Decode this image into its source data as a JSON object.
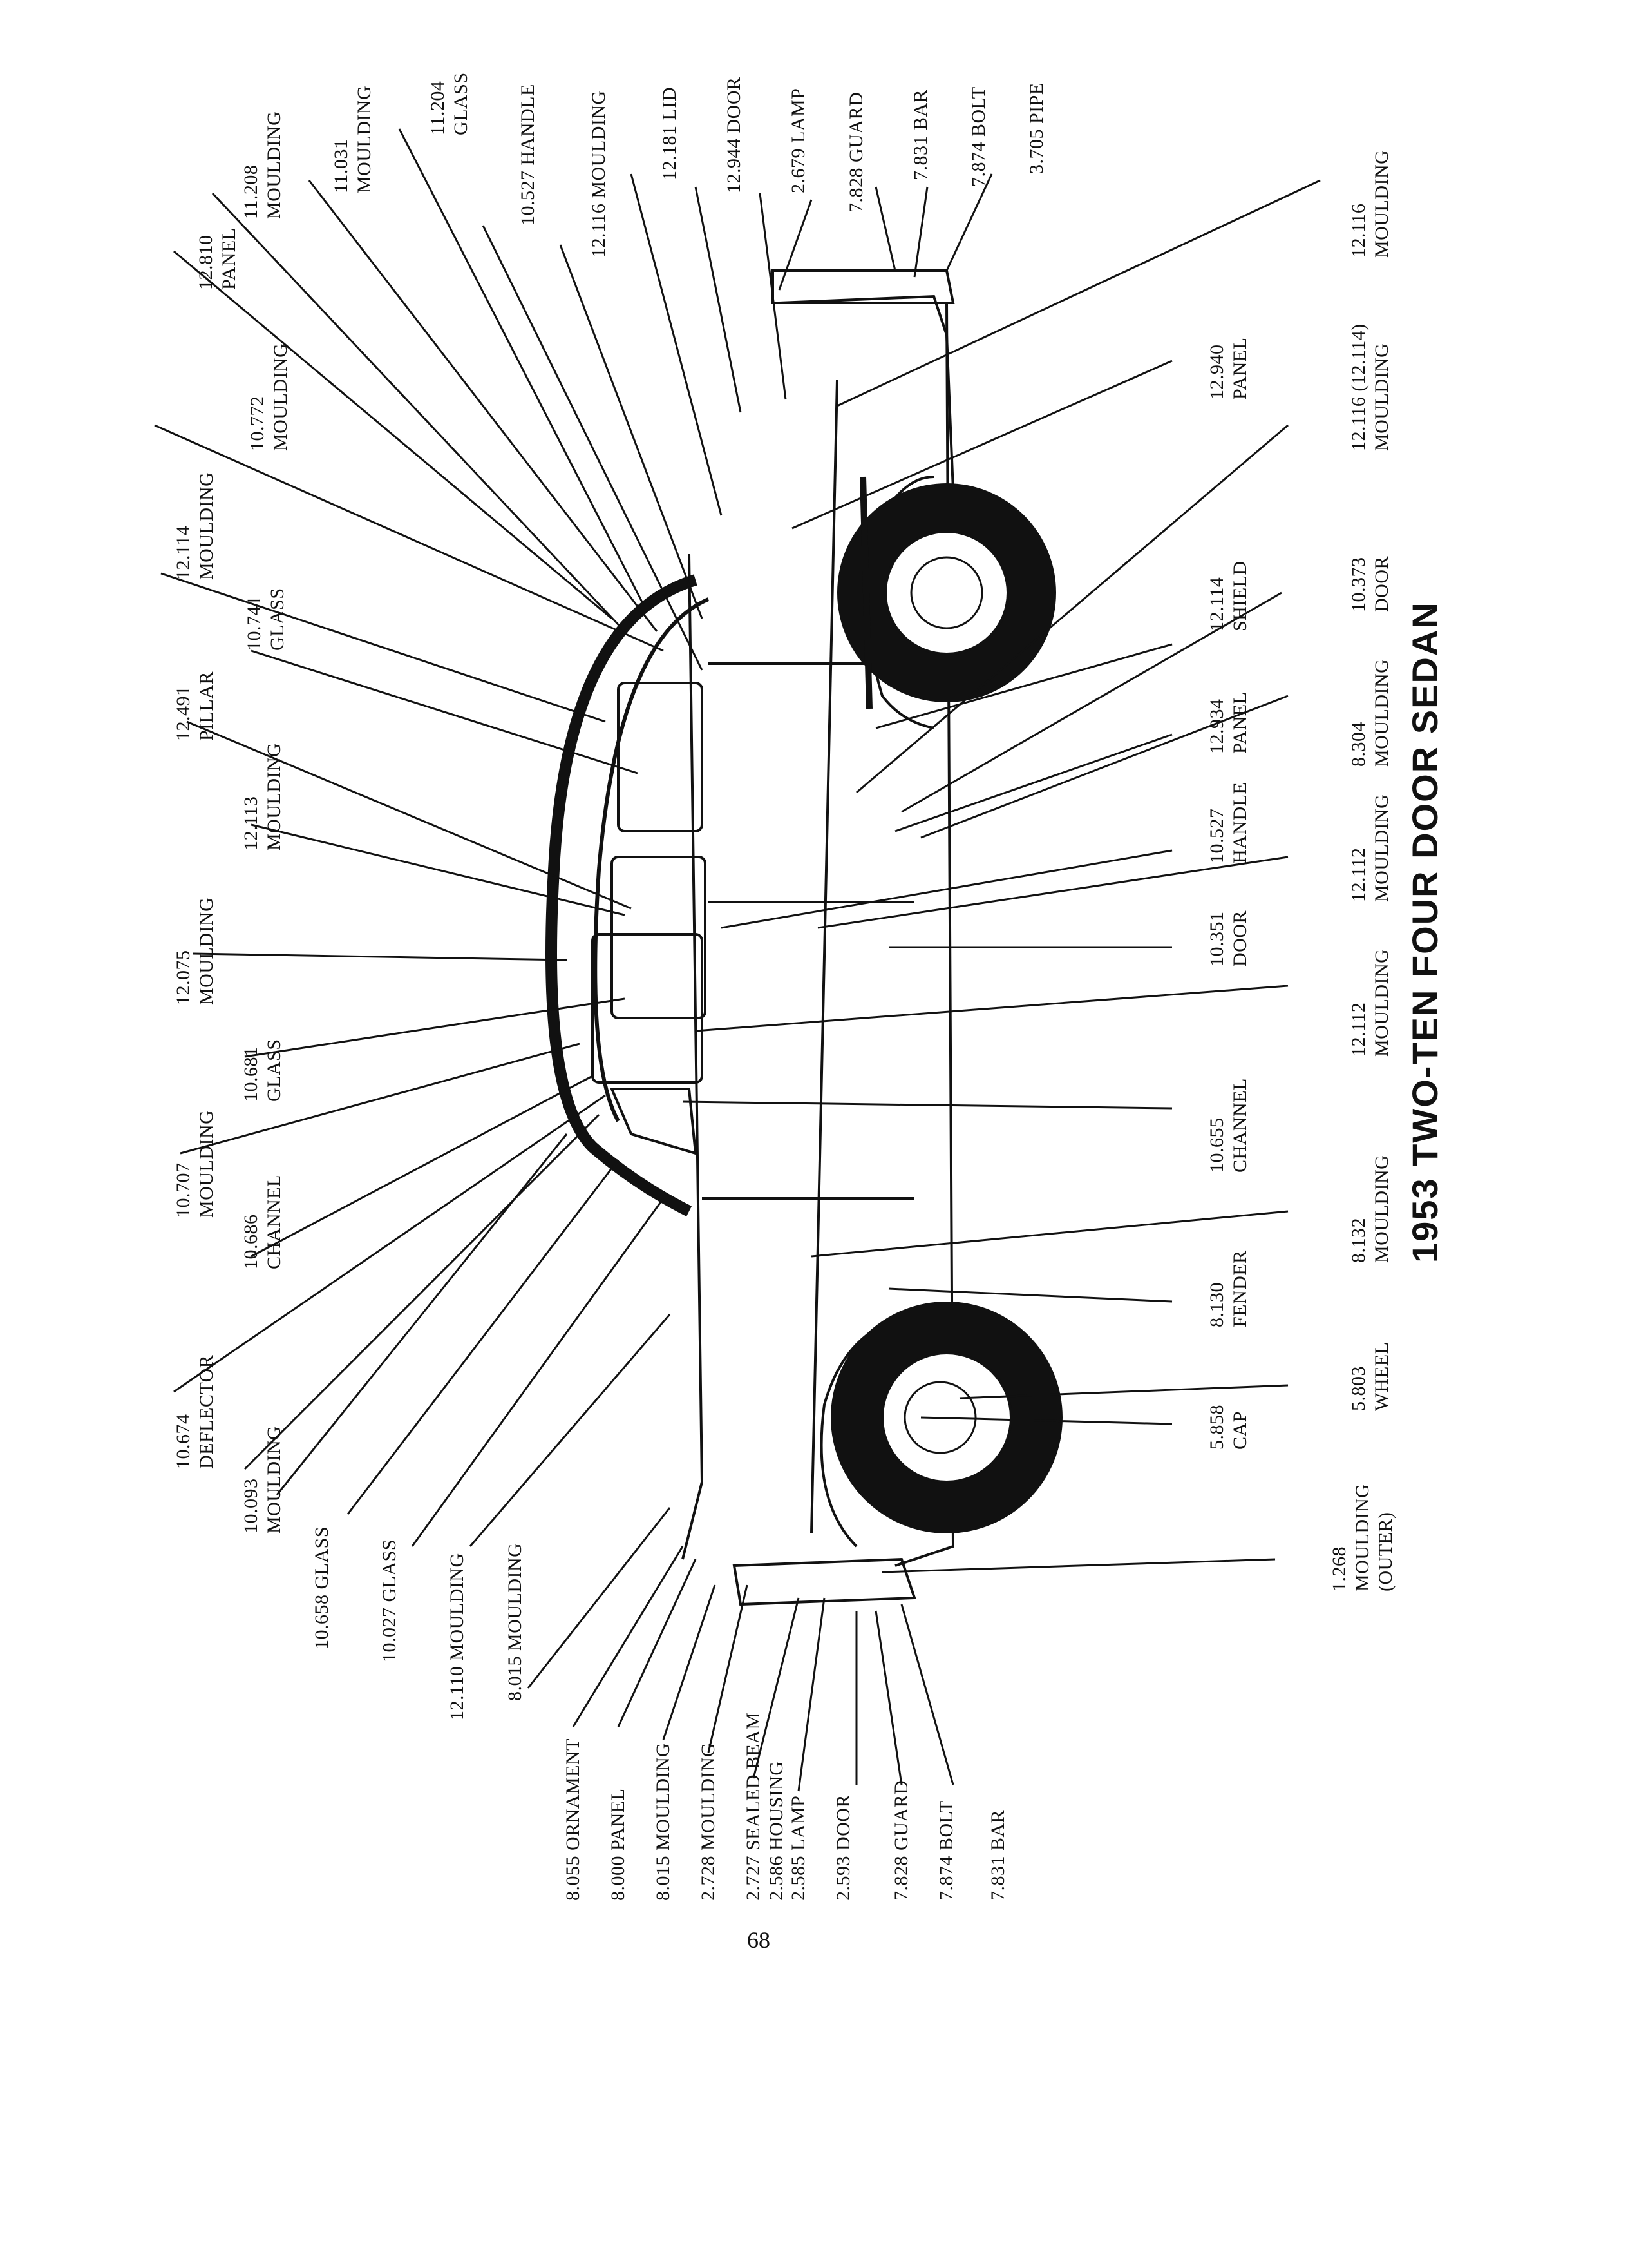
{
  "title": "1953 TWO-TEN FOUR DOOR SEDAN",
  "page_number": "68",
  "callouts_top": [
    {
      "id": "t1",
      "line1": "12.810",
      "line2": "PANEL"
    },
    {
      "id": "t2",
      "line1": "11.208",
      "line2": "MOULDING"
    },
    {
      "id": "t3",
      "line1": "11.031",
      "line2": "MOULDING"
    },
    {
      "id": "t4",
      "line1": "11.204",
      "line2": "GLASS"
    },
    {
      "id": "t5",
      "line1": "10.527 HANDLE",
      "line2": ""
    },
    {
      "id": "t6",
      "line1": "12.116 MOULDING",
      "line2": ""
    },
    {
      "id": "t7",
      "line1": "12.181 LID",
      "line2": ""
    },
    {
      "id": "t8",
      "line1": "12.944 DOOR",
      "line2": ""
    },
    {
      "id": "t9",
      "line1": "2.679 LAMP",
      "line2": ""
    },
    {
      "id": "t10",
      "line1": "7.828 GUARD",
      "line2": ""
    },
    {
      "id": "t11",
      "line1": "7.831 BAR",
      "line2": ""
    },
    {
      "id": "t12",
      "line1": "7.874 BOLT",
      "line2": ""
    },
    {
      "id": "t13",
      "line1": "3.705 PIPE",
      "line2": ""
    }
  ],
  "callouts_left": [
    {
      "id": "l1",
      "line1": "10.772",
      "line2": "MOULDING"
    },
    {
      "id": "l2",
      "line1": "12.114",
      "line2": "MOULDING"
    },
    {
      "id": "l3",
      "line1": "10.741",
      "line2": "GLASS"
    },
    {
      "id": "l4",
      "line1": "12.491",
      "line2": "PILLAR"
    },
    {
      "id": "l5",
      "line1": "12.113",
      "line2": "MOULDING"
    },
    {
      "id": "l6",
      "line1": "12.075",
      "line2": "MOULDING"
    },
    {
      "id": "l7",
      "line1": "10.681",
      "line2": "GLASS"
    },
    {
      "id": "l8",
      "line1": "10.707",
      "line2": "MOULDING"
    },
    {
      "id": "l9",
      "line1": "10.686",
      "line2": "CHANNEL"
    },
    {
      "id": "l10",
      "line1": "10.674",
      "line2": "DEFLECTOR"
    },
    {
      "id": "l11",
      "line1": "10.093",
      "line2": "MOULDING"
    },
    {
      "id": "l12",
      "line1": "10.658 GLASS",
      "line2": ""
    },
    {
      "id": "l13",
      "line1": "10.027 GLASS",
      "line2": ""
    },
    {
      "id": "l14",
      "line1": "12.110 MOULDING",
      "line2": ""
    },
    {
      "id": "l15",
      "line1": "8.015 MOULDING",
      "line2": ""
    }
  ],
  "callouts_bottom": [
    {
      "id": "b1",
      "line1": "8.055 ORNAMENT",
      "line2": ""
    },
    {
      "id": "b2",
      "line1": "8.000 PANEL",
      "line2": ""
    },
    {
      "id": "b3",
      "line1": "8.015 MOULDING",
      "line2": ""
    },
    {
      "id": "b4",
      "line1": "2.728 MOULDING",
      "line2": ""
    },
    {
      "id": "b5",
      "line1": "2.727 SEALED BEAM",
      "line2": "2.586 HOUSING"
    },
    {
      "id": "b6",
      "line1": "2.585 LAMP",
      "line2": ""
    },
    {
      "id": "b7",
      "line1": "2.593 DOOR",
      "line2": ""
    },
    {
      "id": "b8",
      "line1": "7.828 GUARD",
      "line2": ""
    },
    {
      "id": "b9",
      "line1": "7.874 BOLT",
      "line2": ""
    },
    {
      "id": "b10",
      "line1": "7.831 BAR",
      "line2": ""
    }
  ],
  "callouts_right": [
    {
      "id": "r1",
      "line1": "12.116",
      "line2": "MOULDING"
    },
    {
      "id": "r2",
      "line1": "12.940",
      "line2": "PANEL"
    },
    {
      "id": "r3",
      "line1": "12.116 (12.114)",
      "line2": "MOULDING"
    },
    {
      "id": "r4",
      "line1": "12.114",
      "line2": "SHIELD"
    },
    {
      "id": "r5",
      "line1": "10.373",
      "line2": "DOOR"
    },
    {
      "id": "r6",
      "line1": "12.934",
      "line2": "PANEL"
    },
    {
      "id": "r7",
      "line1": "8.304",
      "line2": "MOULDING"
    },
    {
      "id": "r8",
      "line1": "10.527",
      "line2": "HANDLE"
    },
    {
      "id": "r9",
      "line1": "12.112",
      "line2": "MOULDING"
    },
    {
      "id": "r10",
      "line1": "10.351",
      "line2": "DOOR"
    },
    {
      "id": "r11",
      "line1": "12.112",
      "line2": "MOULDING"
    },
    {
      "id": "r12",
      "line1": "10.655",
      "line2": "CHANNEL"
    },
    {
      "id": "r13",
      "line1": "8.132",
      "line2": "MOULDING"
    },
    {
      "id": "r14",
      "line1": "8.130",
      "line2": "FENDER"
    },
    {
      "id": "r15",
      "line1": "5.803",
      "line2": "WHEEL"
    },
    {
      "id": "r16",
      "line1": "5.858",
      "line2": "CAP"
    },
    {
      "id": "r17",
      "line1": "1.268",
      "line2": "MOULDING",
      "line3": "(OUTER)"
    }
  ]
}
